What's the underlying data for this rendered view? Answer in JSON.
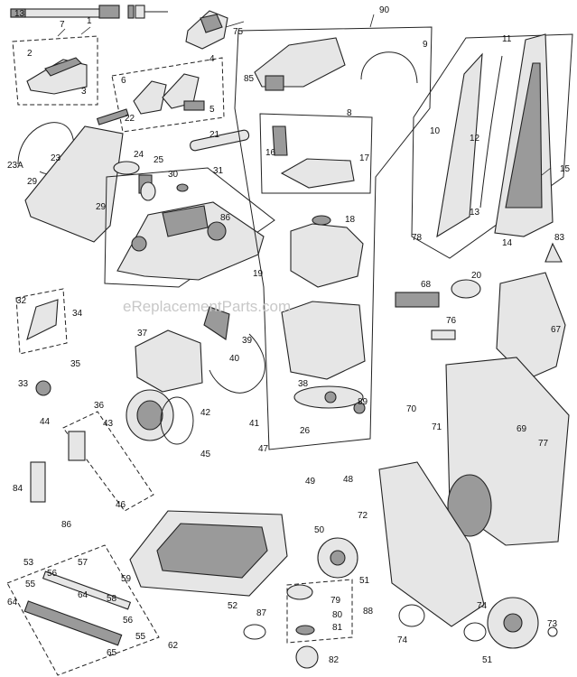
{
  "watermark": "eReplacementParts.com",
  "callouts": [
    {
      "id": "c1",
      "label": "1"
    },
    {
      "id": "c7",
      "label": "7"
    },
    {
      "id": "c13",
      "label": "13"
    },
    {
      "id": "c2",
      "label": "2"
    },
    {
      "id": "c3",
      "label": "3"
    },
    {
      "id": "c75",
      "label": "75"
    },
    {
      "id": "c4",
      "label": "4"
    },
    {
      "id": "c6",
      "label": "6"
    },
    {
      "id": "c5",
      "label": "5"
    },
    {
      "id": "c22",
      "label": "22"
    },
    {
      "id": "c21",
      "label": "21"
    },
    {
      "id": "c23A",
      "label": "23A"
    },
    {
      "id": "c23",
      "label": "23"
    },
    {
      "id": "c29a",
      "label": "29"
    },
    {
      "id": "c29b",
      "label": "29"
    },
    {
      "id": "c24",
      "label": "24"
    },
    {
      "id": "c25",
      "label": "25"
    },
    {
      "id": "c30",
      "label": "30"
    },
    {
      "id": "c31",
      "label": "31"
    },
    {
      "id": "c86a",
      "label": "86"
    },
    {
      "id": "c90",
      "label": "90"
    },
    {
      "id": "c9",
      "label": "9"
    },
    {
      "id": "c85",
      "label": "85"
    },
    {
      "id": "c8",
      "label": "8"
    },
    {
      "id": "c16",
      "label": "16"
    },
    {
      "id": "c17",
      "label": "17"
    },
    {
      "id": "c18",
      "label": "18"
    },
    {
      "id": "c19",
      "label": "19"
    },
    {
      "id": "c11",
      "label": "11"
    },
    {
      "id": "c10",
      "label": "10"
    },
    {
      "id": "c12",
      "label": "12"
    },
    {
      "id": "c15",
      "label": "15"
    },
    {
      "id": "c13b",
      "label": "13"
    },
    {
      "id": "c14",
      "label": "14"
    },
    {
      "id": "c78",
      "label": "78"
    },
    {
      "id": "c83",
      "label": "83"
    },
    {
      "id": "c20",
      "label": "20"
    },
    {
      "id": "c68",
      "label": "68"
    },
    {
      "id": "c76",
      "label": "76"
    },
    {
      "id": "c67",
      "label": "67"
    },
    {
      "id": "c32",
      "label": "32"
    },
    {
      "id": "c34",
      "label": "34"
    },
    {
      "id": "c33",
      "label": "33"
    },
    {
      "id": "c35",
      "label": "35"
    },
    {
      "id": "c37",
      "label": "37"
    },
    {
      "id": "c39",
      "label": "39"
    },
    {
      "id": "c40",
      "label": "40"
    },
    {
      "id": "c36",
      "label": "36"
    },
    {
      "id": "c38",
      "label": "38"
    },
    {
      "id": "c89",
      "label": "89"
    },
    {
      "id": "c26",
      "label": "26"
    },
    {
      "id": "c43",
      "label": "43"
    },
    {
      "id": "c42",
      "label": "42"
    },
    {
      "id": "c41",
      "label": "41"
    },
    {
      "id": "c70",
      "label": "70"
    },
    {
      "id": "c71",
      "label": "71"
    },
    {
      "id": "c69",
      "label": "69"
    },
    {
      "id": "c77",
      "label": "77"
    },
    {
      "id": "c44",
      "label": "44"
    },
    {
      "id": "c45",
      "label": "45"
    },
    {
      "id": "c47",
      "label": "47"
    },
    {
      "id": "c49",
      "label": "49"
    },
    {
      "id": "c48",
      "label": "48"
    },
    {
      "id": "c84",
      "label": "84"
    },
    {
      "id": "c46",
      "label": "46"
    },
    {
      "id": "c72",
      "label": "72"
    },
    {
      "id": "c86b",
      "label": "86"
    },
    {
      "id": "c53",
      "label": "53"
    },
    {
      "id": "c50",
      "label": "50"
    },
    {
      "id": "c51a",
      "label": "51"
    },
    {
      "id": "c57",
      "label": "57"
    },
    {
      "id": "c56a",
      "label": "56"
    },
    {
      "id": "c55a",
      "label": "55"
    },
    {
      "id": "c59",
      "label": "59"
    },
    {
      "id": "c58",
      "label": "58"
    },
    {
      "id": "c52",
      "label": "52"
    },
    {
      "id": "c64a",
      "label": "64"
    },
    {
      "id": "c64b",
      "label": "64"
    },
    {
      "id": "c79",
      "label": "79"
    },
    {
      "id": "c80",
      "label": "80"
    },
    {
      "id": "c88",
      "label": "88"
    },
    {
      "id": "c81",
      "label": "81"
    },
    {
      "id": "c87",
      "label": "87"
    },
    {
      "id": "c56b",
      "label": "56"
    },
    {
      "id": "c55b",
      "label": "55"
    },
    {
      "id": "c62",
      "label": "62"
    },
    {
      "id": "c65",
      "label": "65"
    },
    {
      "id": "c82",
      "label": "82"
    },
    {
      "id": "c74a",
      "label": "74"
    },
    {
      "id": "c74b",
      "label": "74"
    },
    {
      "id": "c73",
      "label": "73"
    },
    {
      "id": "c51b",
      "label": "51"
    }
  ]
}
